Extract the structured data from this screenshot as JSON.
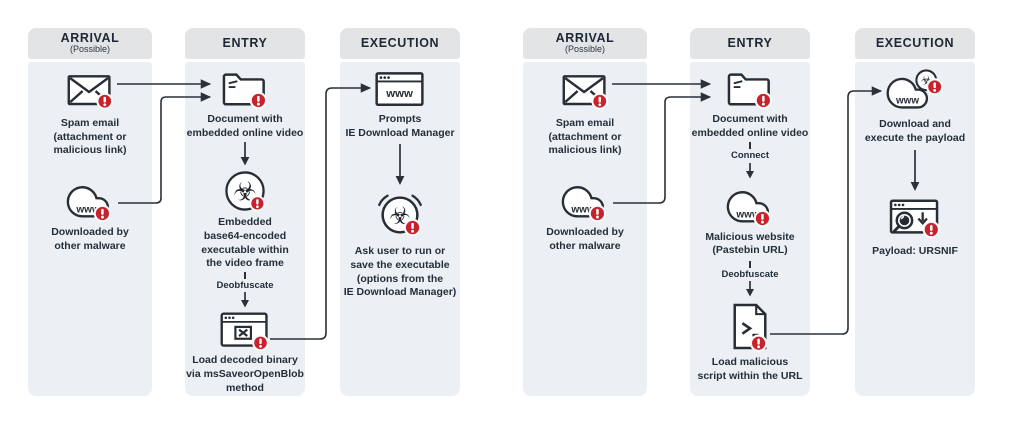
{
  "colors": {
    "badge_red": "#c8232c",
    "line_dark": "#2a3138",
    "header_bg": "#e3e4e6",
    "panel_bg": "#ecf0f4",
    "text_dark": "#232e3a"
  },
  "diagrams": [
    {
      "name": "attack-chain-video-frame",
      "columns": [
        {
          "header": "ARRIVAL",
          "subheader": "(Possible)",
          "nodes": [
            {
              "icon": "spam-email-icon",
              "label": "Spam email\n(attachment or\nmalicious link)"
            },
            {
              "icon": "cloud-download-icon",
              "label": "Downloaded by\nother malware"
            }
          ]
        },
        {
          "header": "ENTRY",
          "nodes": [
            {
              "icon": "document-folder-icon",
              "label": "Document with\nembedded online video"
            },
            {
              "icon": "biohazard-icon",
              "label": "Embedded\nbase64-encoded\nexecutable within\nthe video frame"
            },
            {
              "type": "connector",
              "label": "Deobfuscate"
            },
            {
              "icon": "window-close-icon",
              "label": "Load decoded binary\nvia msSaveorOpenBlob\nmethod"
            }
          ]
        },
        {
          "header": "EXECUTION",
          "nodes": [
            {
              "icon": "browser-www-icon",
              "label": "Prompts\nIE Download Manager"
            },
            {
              "icon": "alert-biohazard-icon",
              "label": "Ask user to run or\nsave the executable\n(options from the\nIE Download Manager)"
            }
          ]
        }
      ]
    },
    {
      "name": "attack-chain-pastebin-url",
      "columns": [
        {
          "header": "ARRIVAL",
          "subheader": "(Possible)",
          "nodes": [
            {
              "icon": "spam-email-icon",
              "label": "Spam email\n(attachment or\nmalicious link)"
            },
            {
              "icon": "cloud-download-icon",
              "label": "Downloaded by\nother malware"
            }
          ]
        },
        {
          "header": "ENTRY",
          "nodes": [
            {
              "icon": "document-folder-icon",
              "label": "Document with\nembedded online video"
            },
            {
              "type": "connector",
              "label": "Connect"
            },
            {
              "icon": "cloud-www-icon",
              "label": "Malicious website\n(Pastebin URL)"
            },
            {
              "type": "connector",
              "label": "Deobfuscate"
            },
            {
              "icon": "script-file-icon",
              "label": "Load malicious\nscript within the URL"
            }
          ]
        },
        {
          "header": "EXECUTION",
          "nodes": [
            {
              "icon": "cloud-biohazard-icon",
              "label": "Download and\nexecute the payload"
            },
            {
              "icon": "payload-browser-icon",
              "label": "Payload: URSNIF"
            }
          ]
        }
      ]
    }
  ]
}
